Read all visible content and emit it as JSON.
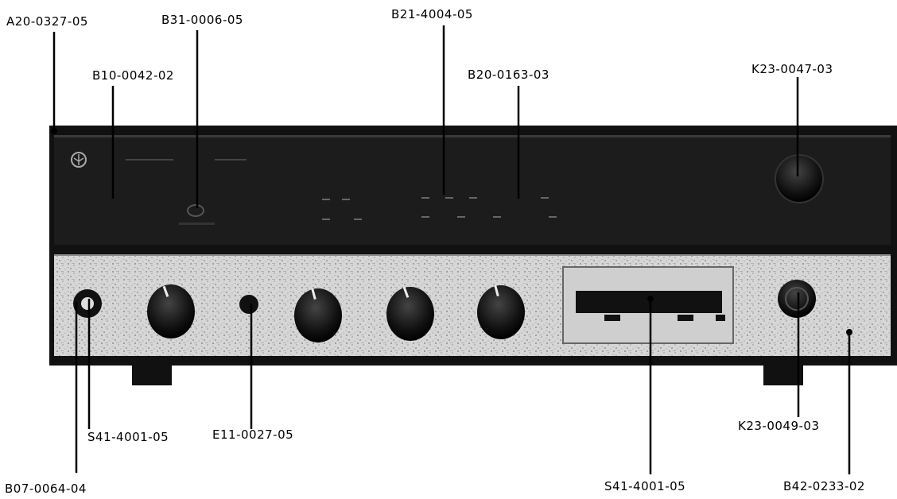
{
  "diagram": {
    "labels": [
      {
        "id": "a20",
        "text": "A20-0327-05"
      },
      {
        "id": "b31",
        "text": "B31-0006-05"
      },
      {
        "id": "b21",
        "text": "B21-4004-05"
      },
      {
        "id": "b10",
        "text": "B10-0042-02"
      },
      {
        "id": "b20",
        "text": "B20-0163-03"
      },
      {
        "id": "k23a",
        "text": "K23-0047-03"
      },
      {
        "id": "s41a",
        "text": "S41-4001-05"
      },
      {
        "id": "e11",
        "text": "E11-0027-05"
      },
      {
        "id": "k23b",
        "text": "K23-0049-03"
      },
      {
        "id": "b07",
        "text": "B07-0064-04"
      },
      {
        "id": "s41b",
        "text": "S41-4001-05"
      },
      {
        "id": "b42",
        "text": "B42-0233-02"
      }
    ]
  },
  "colors": {
    "chassis": "#111111",
    "upper_panel": "#1c1c1c",
    "lower_panel": "#d4d4d4",
    "background": "#ffffff"
  }
}
